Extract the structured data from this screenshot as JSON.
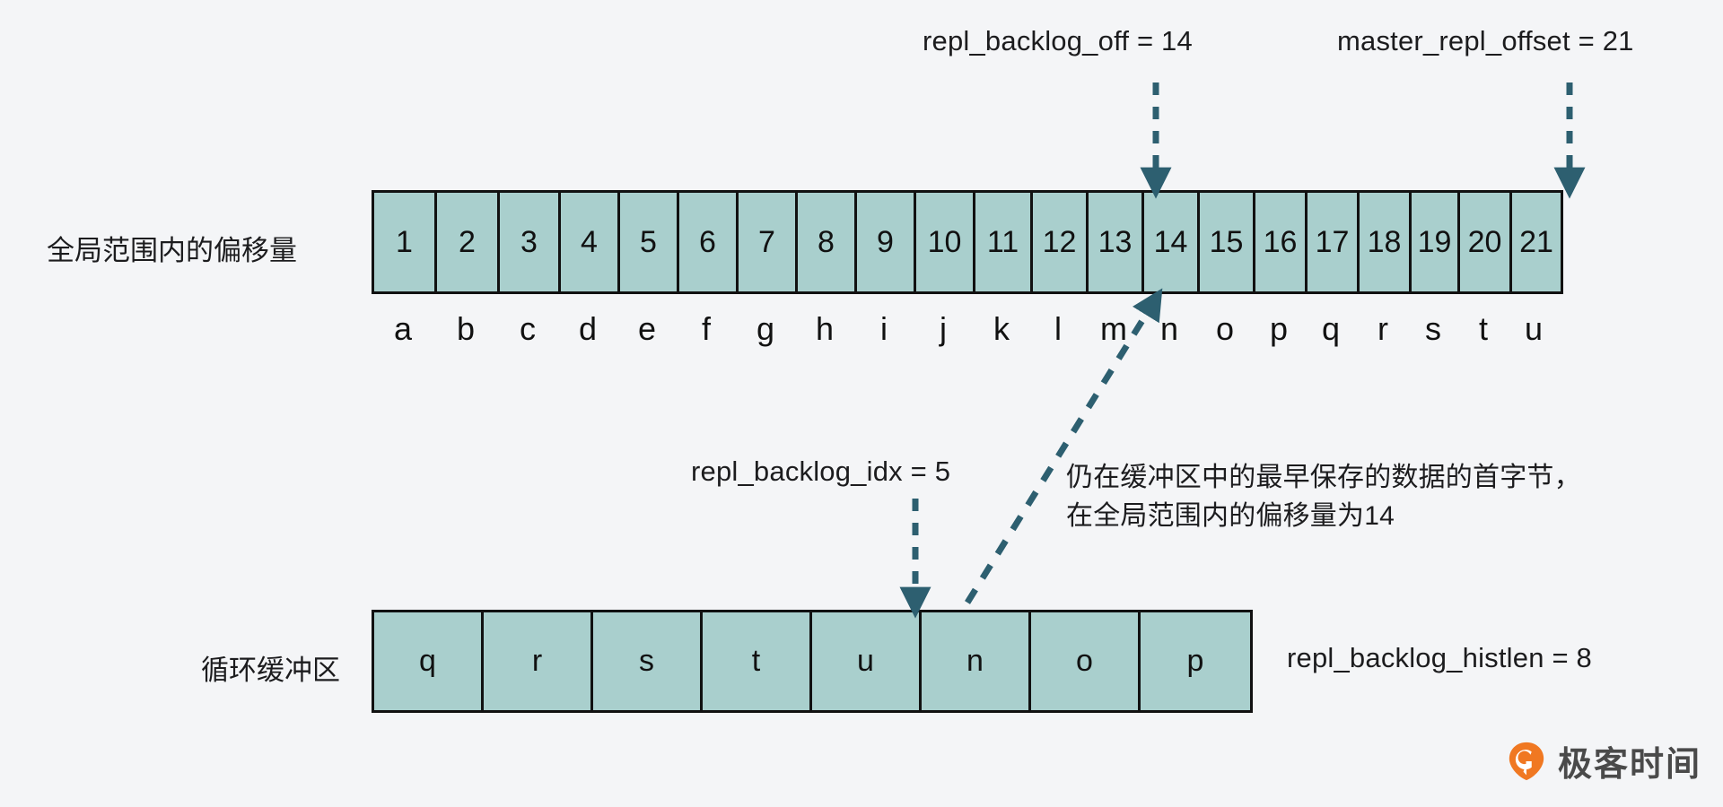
{
  "diagram": {
    "title": "Redis replication backlog buffer diagram",
    "accent_color": "#2d5f70",
    "cell_fill": "#a9cfcd",
    "cell_border": "#111111",
    "background": "#f4f5f7",
    "text_color": "#1c1c1e"
  },
  "annotations": {
    "repl_backlog_off": "repl_backlog_off = 14",
    "master_repl_offset": "master_repl_offset = 21",
    "repl_backlog_idx": "repl_backlog_idx = 5",
    "repl_backlog_histlen": "repl_backlog_histlen = 8",
    "earliest_byte_note": "仍在缓冲区中的最早保存的数据的首字节，\n在全局范围内的偏移量为14"
  },
  "offset_row": {
    "label": "全局范围内的偏移量",
    "cells": [
      "1",
      "2",
      "3",
      "4",
      "5",
      "6",
      "7",
      "8",
      "9",
      "10",
      "11",
      "12",
      "13",
      "14",
      "15",
      "16",
      "17",
      "18",
      "19",
      "20",
      "21"
    ],
    "letters": [
      "a",
      "b",
      "c",
      "d",
      "e",
      "f",
      "g",
      "h",
      "i",
      "j",
      "k",
      "l",
      "m",
      "n",
      "o",
      "p",
      "q",
      "r",
      "s",
      "t",
      "u"
    ]
  },
  "buffer_row": {
    "label": "循环缓冲区",
    "cells": [
      "q",
      "r",
      "s",
      "t",
      "u",
      "n",
      "o",
      "p"
    ]
  },
  "logo": {
    "wordmark": "极客时间"
  }
}
